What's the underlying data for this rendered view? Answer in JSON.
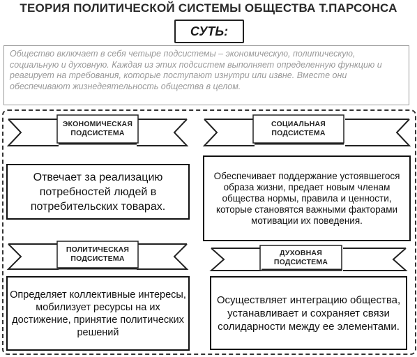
{
  "title": "ТЕОРИЯ ПОЛИТИЧЕСКОЙ СИСТЕМЫ ОБЩЕСТВА Т.ПАРСОНСА",
  "essence_label": "СУТЬ:",
  "essence_text": "Общество включает в себя четыре подсистемы – экономическую, политическую, социальную и духовную. Каждая из этих подсистем выполняет определенную функцию и реагирует на требования, которые поступают изнутри или извне. Вместе они обеспечивают жизнедеятельность общества в целом.",
  "subsystems": {
    "economic": {
      "label_line1": "ЭКОНОМИЧЕСКАЯ",
      "label_line2": "ПОДСИСТЕМА",
      "description": "Отвечает за реализацию потребностей людей в потребительских товарах."
    },
    "social": {
      "label_line1": "СОЦИАЛЬНАЯ",
      "label_line2": "ПОДСИСТЕМА",
      "description": "Обеспечивает поддержание устоявшегося образа жизни, предает новым членам общества нормы, правила и ценности, которые становятся важными факторами мотивации их поведения."
    },
    "political": {
      "label_line1": "ПОЛИТИЧЕСКАЯ",
      "label_line2": "ПОДСИСТЕМА",
      "description": "Определяет коллективные интересы, мобилизует ресурсы на их достижение, принятие политических решений"
    },
    "spiritual": {
      "label_line1": "ДУХОВНАЯ",
      "label_line2": "ПОДСИСТЕМА",
      "description": "Осуществляет интеграцию общества, устанавливает и сохраняет связи солидарности между ее элементами."
    }
  }
}
